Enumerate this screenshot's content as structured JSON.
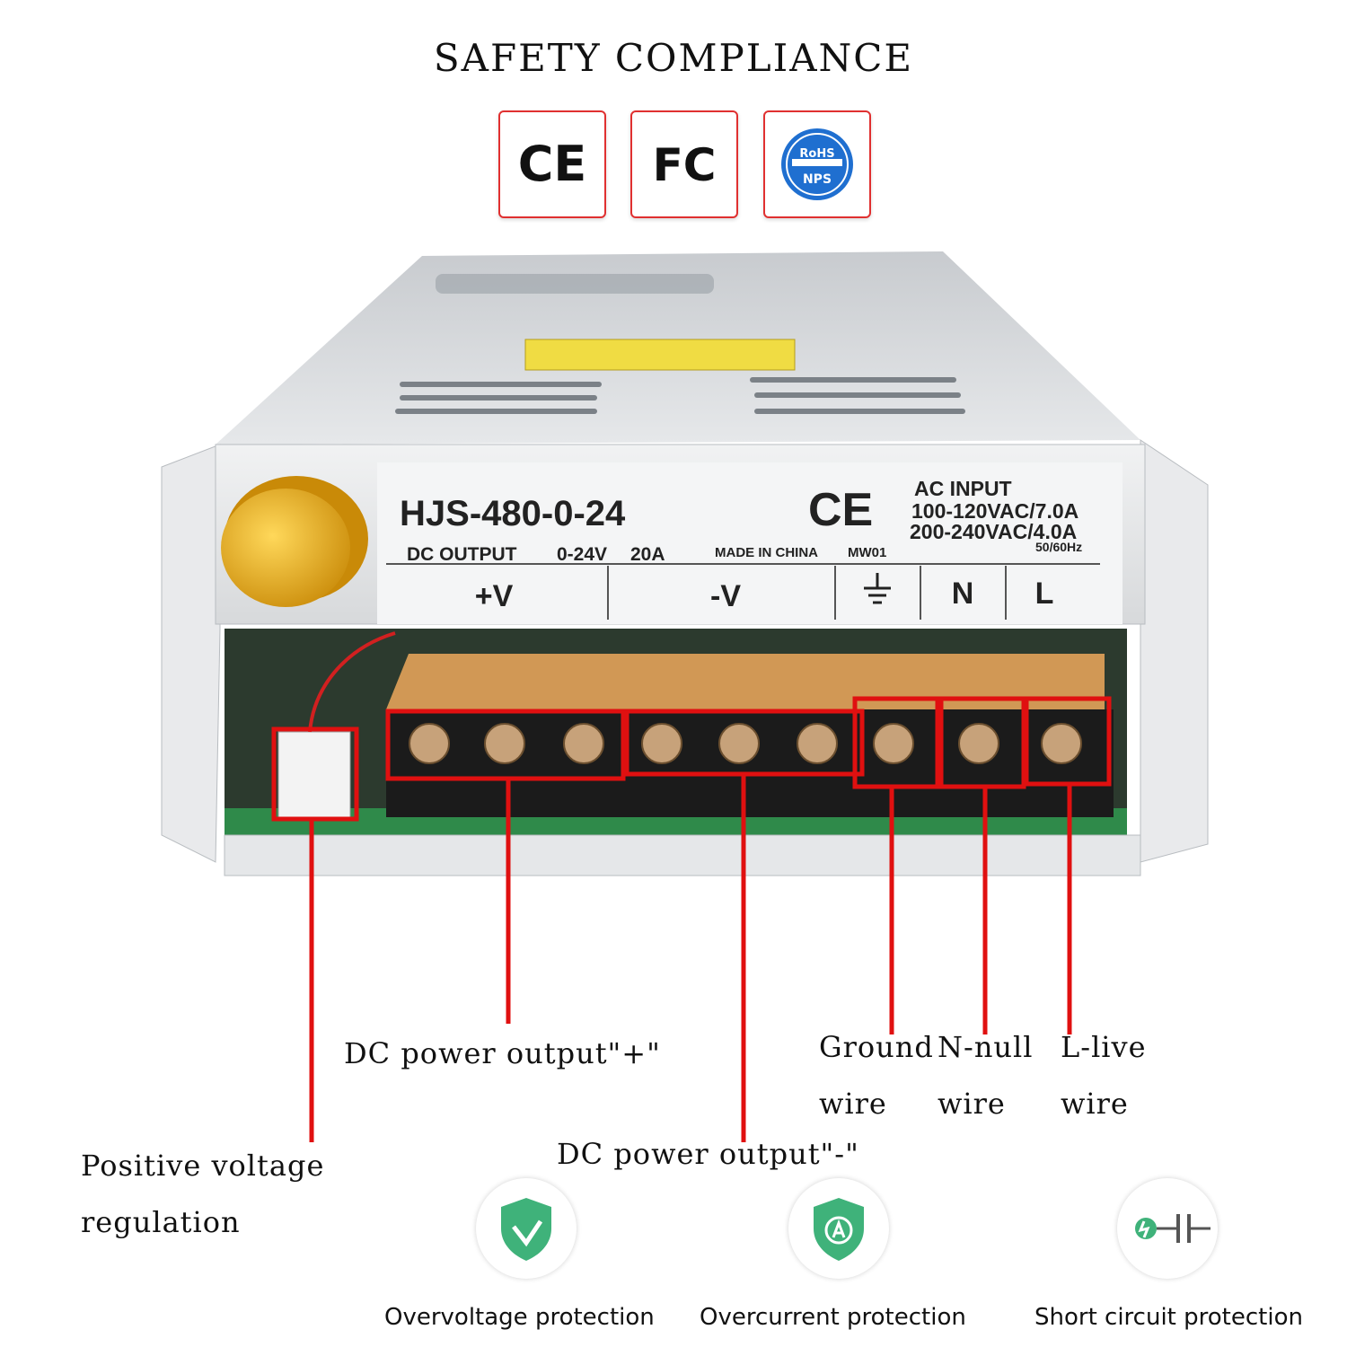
{
  "heading": "SAFETY COMPLIANCE",
  "certifications": [
    "CE",
    "FC",
    "RoHS",
    "NPS"
  ],
  "device": {
    "model": "HJS-480-0-24",
    "dc_output_label": "DC OUTPUT",
    "dc_output_range": "0-24V",
    "dc_output_current": "20A",
    "made_in": "MADE IN CHINA",
    "code": "MW01",
    "ce_mark": "CE",
    "ac_input_label": "AC INPUT",
    "ac_input_1": "100-120VAC/7.0A",
    "ac_input_2": "200-240VAC/4.0A",
    "frequency": "50/60Hz",
    "terminal_pos": "+V",
    "terminal_neg": "-V",
    "terminal_n": "N",
    "terminal_l": "L"
  },
  "callouts": {
    "dc_plus": "DC power output\"+\"",
    "dc_minus": "DC power output\"-\"",
    "ground_1": "Ground",
    "ground_2": "wire",
    "null_1": "N-null",
    "null_2": "wire",
    "live_1": "L-live",
    "live_2": "wire",
    "vreg_1": "Positive voltage",
    "vreg_2": "regulation"
  },
  "protections": [
    {
      "label": "Overvoltage protection",
      "icon": "shield-check-icon"
    },
    {
      "label": "Overcurrent protection",
      "icon": "shield-a-icon"
    },
    {
      "label": "Short circuit protection",
      "icon": "short-circuit-icon"
    }
  ],
  "colors": {
    "callout_red": "#e01010",
    "cert_border": "#e03030",
    "shield_green": "#3fb27a",
    "knob_gold": "#e8a51a"
  }
}
